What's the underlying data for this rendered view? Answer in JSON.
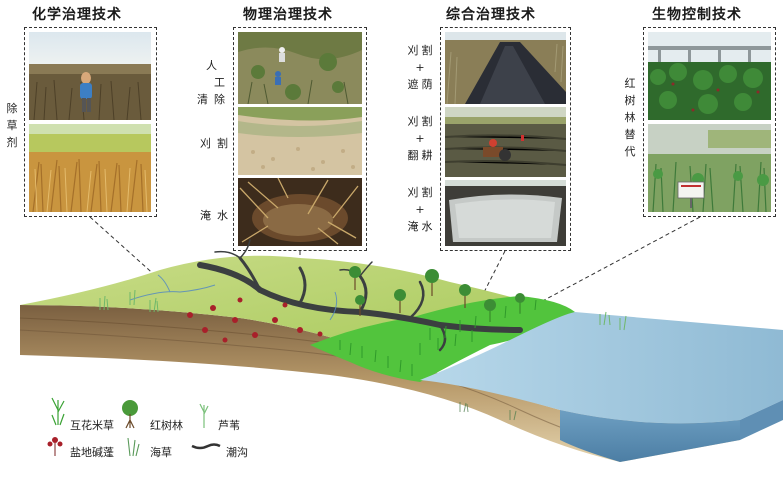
{
  "panels": {
    "chemical": {
      "title": "化学治理技术",
      "side_label": [
        "除",
        "草",
        "剂"
      ]
    },
    "physical": {
      "title": "物理治理技术",
      "labels": {
        "manual": [
          "人",
          "工",
          "清",
          "除"
        ],
        "cut": [
          "刈",
          "割"
        ],
        "flood": [
          "淹",
          "水"
        ]
      }
    },
    "integrated": {
      "title": "综合治理技术",
      "labels": {
        "cut_shade": [
          "刈",
          "割",
          "+",
          "遮",
          "荫"
        ],
        "cut_till": [
          "刈",
          "割",
          "+",
          "翻",
          "耕"
        ],
        "cut_flood": [
          "刈",
          "割",
          "+",
          "淹",
          "水"
        ]
      }
    },
    "biological": {
      "title": "生物控制技术",
      "side_label": [
        "红",
        "树",
        "林",
        "替",
        "代"
      ]
    }
  },
  "legend": {
    "spartina": "互花米草",
    "mangrove": "红树林",
    "reed": "芦苇",
    "suaeda": "盐地碱蓬",
    "seagrass": "海草",
    "creek": "潮沟"
  },
  "colors": {
    "marsh_green": "#b9d36a",
    "spartina_green": "#4cc33a",
    "water_blue": "#9fc7de",
    "soil_brown": "#8a6a45",
    "suaeda_red": "#a8202a",
    "creek_dark": "#3b3f40"
  }
}
